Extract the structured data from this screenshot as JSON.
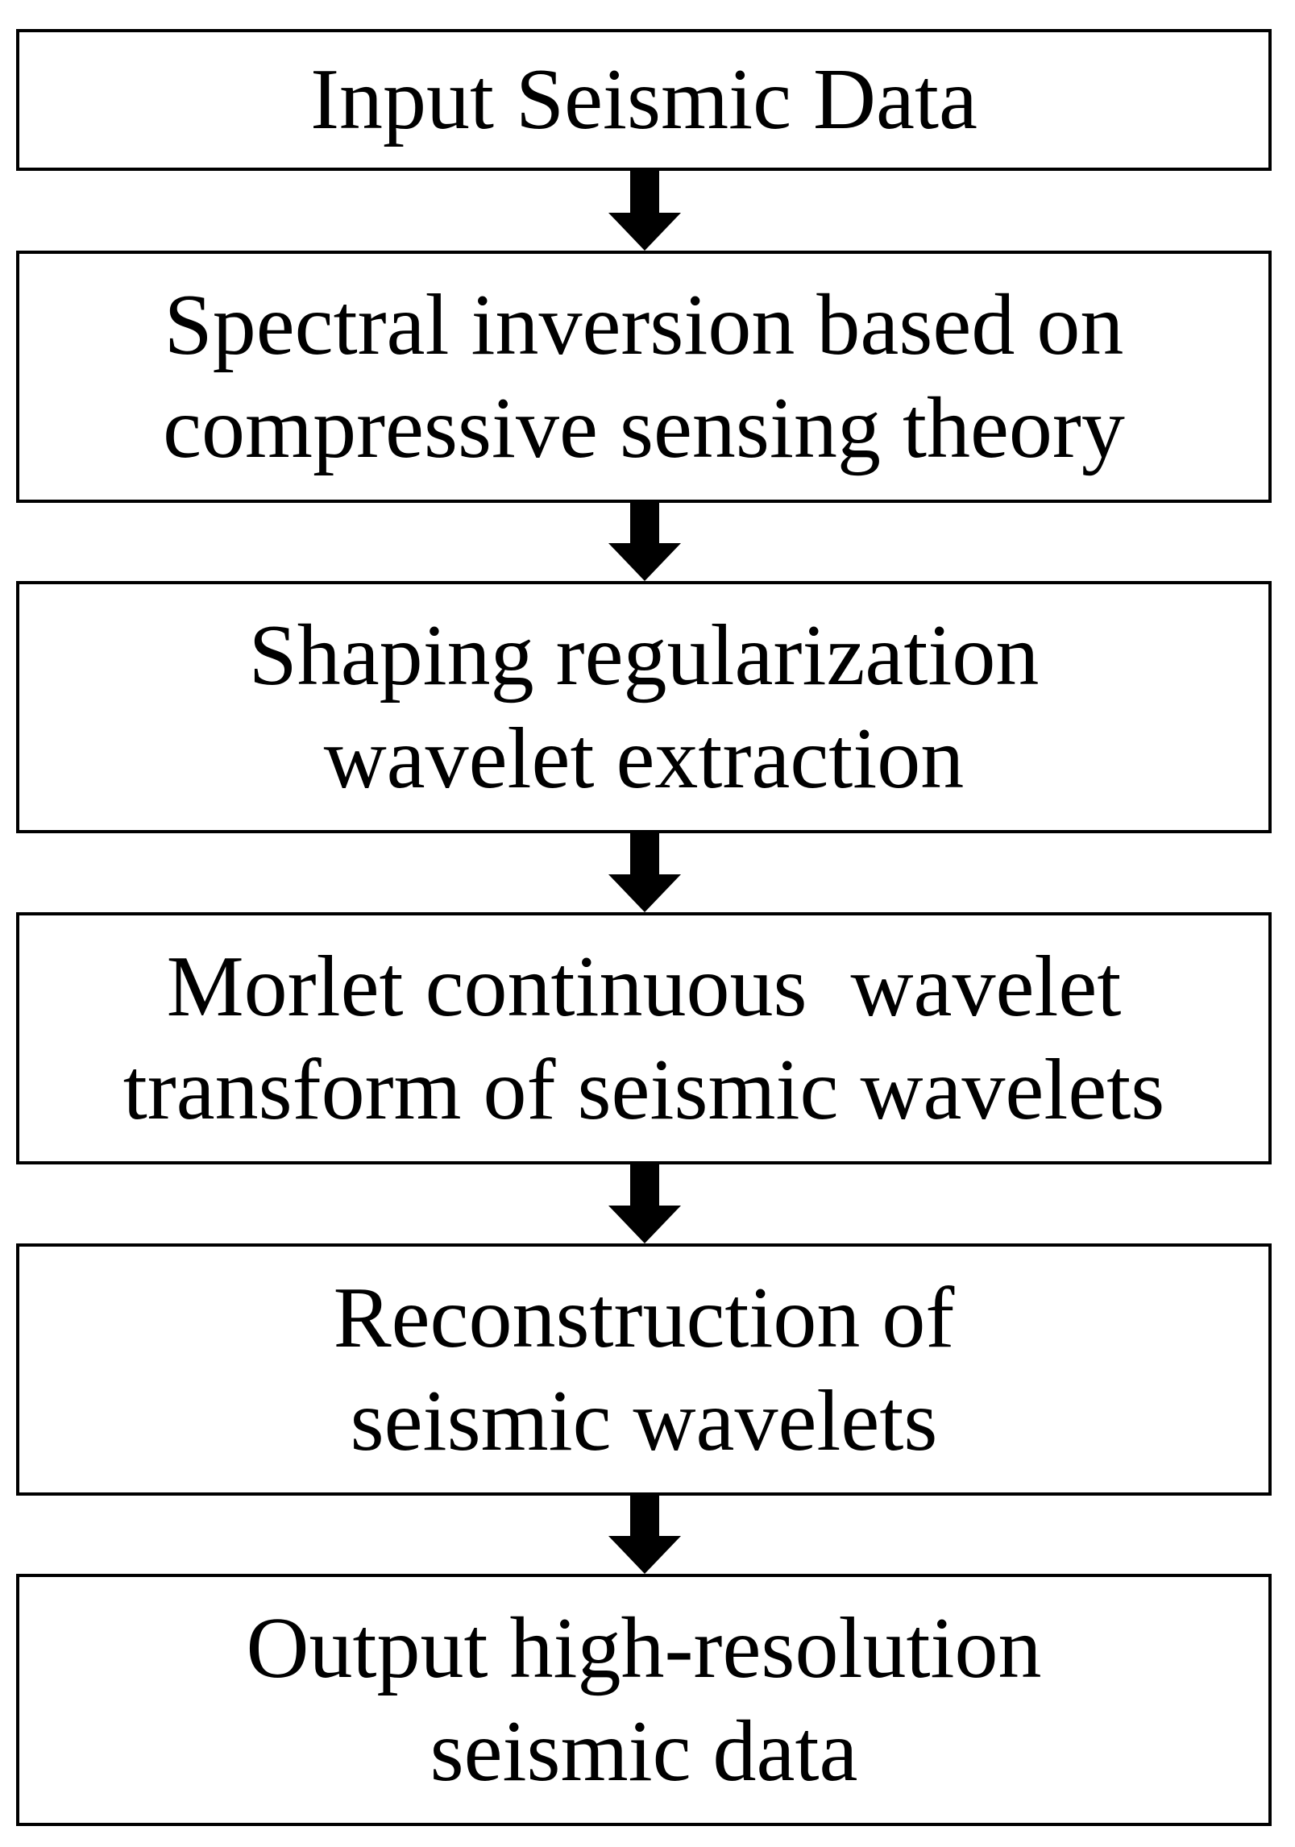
{
  "flowchart": {
    "steps": [
      {
        "lines": [
          "Input Seismic Data"
        ]
      },
      {
        "lines": [
          "Spectral inversion based on",
          "compressive sensing theory"
        ]
      },
      {
        "lines": [
          "Shaping regularization",
          "wavelet extraction"
        ]
      },
      {
        "lines": [
          "Morlet continuous  wavelet",
          "transform of seismic wavelets"
        ]
      },
      {
        "lines": [
          "Reconstruction of",
          "seismic wavelets"
        ]
      },
      {
        "lines": [
          "Output high-resolution",
          "seismic data"
        ]
      }
    ],
    "colors": {
      "border": "#000000",
      "arrow": "#000000",
      "background": "#ffffff"
    }
  }
}
